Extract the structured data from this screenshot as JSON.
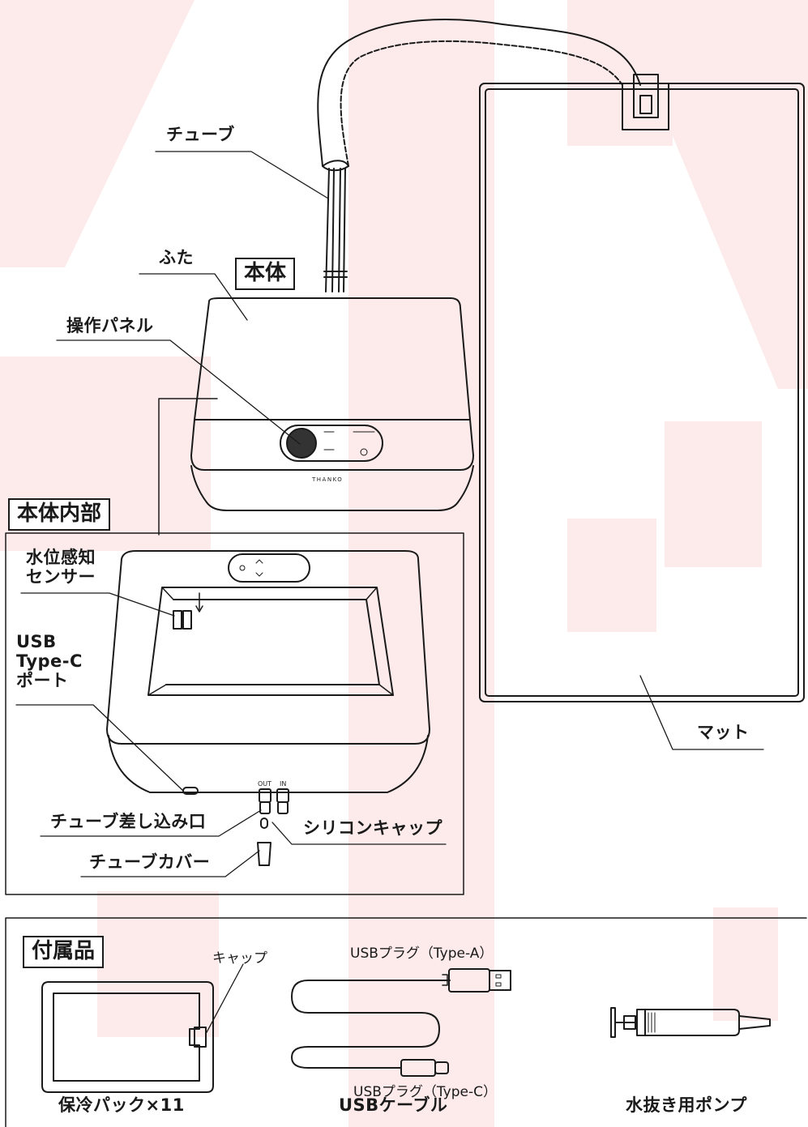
{
  "sections": {
    "main_body": "本体",
    "inner_body": "本体内部",
    "accessories": "付属品"
  },
  "labels": {
    "tube": "チューブ",
    "lid": "ふた",
    "control_panel": "操作パネル",
    "water_sensor": "水位感知\nセンサー",
    "usb_port": "USB\nType-C\nポート",
    "tube_inlet": "チューブ差し込み口",
    "silicone_cap": "シリコンキャップ",
    "tube_cover": "チューブカバー",
    "mat": "マット"
  },
  "accessories": {
    "cap": "キャップ",
    "ice_pack": "保冷パック×11",
    "usb_cable": "USBケーブル",
    "usb_plug_a": "USBプラグ（Type-A）",
    "usb_plug_c": "USBプラグ（Type-C）",
    "drain_pump": "水抜き用ポンプ"
  },
  "device": {
    "brand": "THANKO",
    "port_out": "OUT",
    "port_in": "IN"
  },
  "colors": {
    "line": "#1a1a1a",
    "watermark": "#fde8e8"
  }
}
